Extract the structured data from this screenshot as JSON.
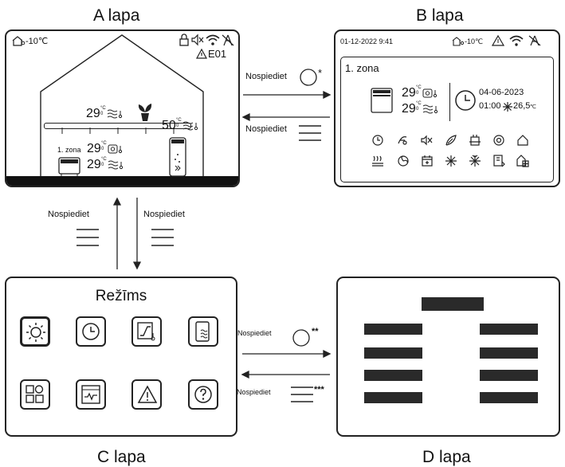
{
  "pages": {
    "a": {
      "title": "A lapa",
      "outdoor_temp": "-10℃",
      "error_code": "E01",
      "room_temp": "29",
      "tank_temp": "50",
      "unit_c": "°C",
      "sub_zero": "0",
      "zone_label": "1. zona",
      "zone_temp_1": "29",
      "zone_temp_2": "29"
    },
    "b": {
      "title": "B lapa",
      "datetime": "01-12-2022 9:41",
      "outdoor_temp": "-10℃",
      "zone_label": "1. zona",
      "zone_temp_1": "29",
      "zone_temp_2": "29",
      "unit_c": "°C",
      "sub_zero": "0",
      "schedule_date": "04-06-2023",
      "schedule_time": "01:00",
      "schedule_temp": "26,5",
      "schedule_unit": "℃"
    },
    "c": {
      "title": "C lapa",
      "menu_title": "Režīms"
    },
    "d": {
      "title": "D lapa"
    }
  },
  "arrows": {
    "a_to_b": "Nospiediet",
    "a_to_b_mark": "*",
    "b_to_a": "Nospiediet",
    "a_to_c": "Nospiediet",
    "c_to_a": "Nospiediet",
    "c_to_d": "Nospiediet",
    "c_to_d_mark": "**",
    "d_to_c": "Nospiediet",
    "d_to_c_mark": "***"
  },
  "icons": {
    "page_a": [
      "house-thermometer-icon",
      "lock-icon",
      "mute-icon",
      "wifi-icon",
      "no-antenna-icon",
      "warning-icon",
      "plant-icon",
      "tank-icon",
      "radiator-icon"
    ],
    "page_b_grid": [
      "clock-icon",
      "hot-water-icon",
      "mute-icon",
      "eco-icon",
      "tank-icon",
      "settings-icon",
      "house-icon",
      "floor-heat-icon",
      "fan-icon",
      "calendar-icon",
      "defrost-icon",
      "snowflake-icon",
      "boost-icon",
      "grid-icon"
    ],
    "page_c": [
      "sun-mode-icon",
      "clock-icon",
      "curve-icon",
      "tank-icon",
      "apps-icon",
      "monitor-icon",
      "warning-icon",
      "help-icon"
    ]
  },
  "colors": {
    "ink": "#222222",
    "placeholder": "#2a2a2a"
  }
}
